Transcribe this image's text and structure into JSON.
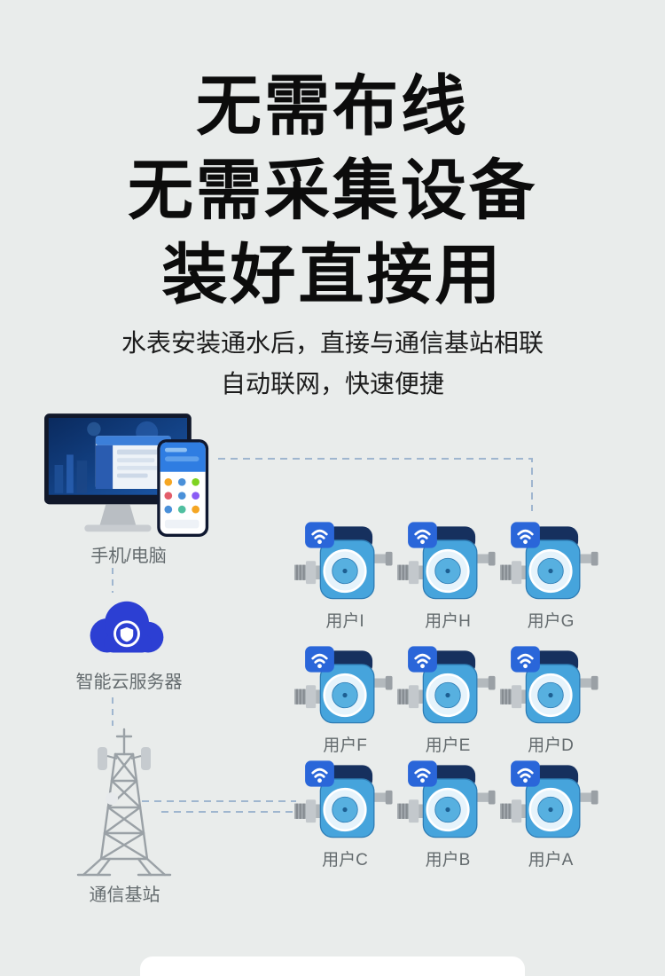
{
  "page": {
    "background": "#e9eceb"
  },
  "header": {
    "title_lines": [
      "无需布线",
      "无需采集设备",
      "装好直接用"
    ],
    "subtitle_lines": [
      "水表安装通水后，直接与通信基站相联",
      "自动联网，快速便捷"
    ]
  },
  "diagram": {
    "computer": {
      "label": "手机/电脑"
    },
    "cloud": {
      "label": "智能云服务器"
    },
    "tower": {
      "label": "通信基站"
    },
    "meters": [
      {
        "label": "用户I"
      },
      {
        "label": "用户H"
      },
      {
        "label": "用户G"
      },
      {
        "label": "用户F"
      },
      {
        "label": "用户E"
      },
      {
        "label": "用户D"
      },
      {
        "label": "用户C"
      },
      {
        "label": "用户B"
      },
      {
        "label": "用户A"
      }
    ],
    "colors": {
      "meter_body": "#46a4dc",
      "meter_lid": "#16305e",
      "wifi_badge": "#2a66d9",
      "cloud": "#2c3fd3",
      "dashed_line": "#9fb6cf"
    }
  }
}
